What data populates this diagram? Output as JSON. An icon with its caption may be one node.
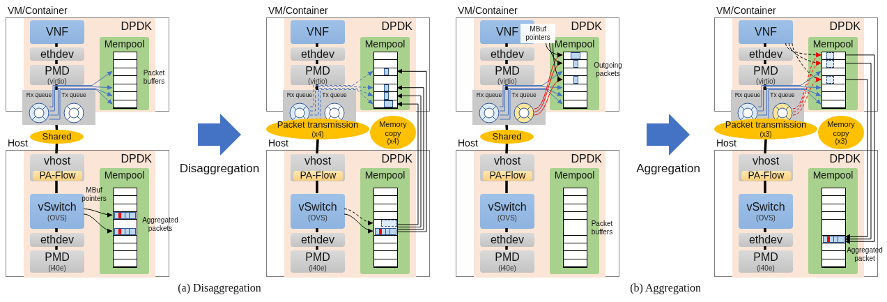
{
  "diagram": {
    "nodes": [
      {
        "text": [
          "VM/Container"
        ]
      },
      {
        "text": [
          "DPDK"
        ],
        "in": 0
      },
      {
        "text": [
          "VNF"
        ],
        "in": 1
      },
      {
        "text": [
          "ethdev"
        ],
        "in": 1
      },
      {
        "text": [
          "PMD",
          "(virtio)"
        ],
        "in": 1
      },
      {
        "text": [
          "Mempool"
        ],
        "in": 1
      },
      {
        "text": [],
        "shape": "box",
        "in": 5,
        "beside": [
          "Packet buffers"
        ]
      },
      {
        "text": [
          "Rx queue",
          "Tx queue"
        ]
      },
      {
        "text": [],
        "shape": "circle",
        "in": 7
      },
      {
        "text": [],
        "shape": "circle",
        "in": 7
      },
      {
        "text": [
          "Shared"
        ]
      },
      {
        "text": [
          "Host"
        ]
      },
      {
        "text": [
          "DPDK"
        ],
        "in": 11
      },
      {
        "text": [
          "vhost"
        ],
        "in": 12
      },
      {
        "text": [
          "PA-Flow"
        ],
        "in": 13
      },
      {
        "text": [
          "vSwitch",
          "(OVS)"
        ],
        "in": 12,
        "beside": [
          "MBuf pointers"
        ]
      },
      {
        "text": [
          "ethdev"
        ],
        "in": 12
      },
      {
        "text": [
          "PMD",
          "(i40e)"
        ],
        "in": 12
      },
      {
        "text": [
          "Mempool"
        ],
        "in": 12
      },
      {
        "text": [],
        "shape": "box",
        "in": 18,
        "beside": [
          "Aggregated packets"
        ]
      },
      {
        "text": [
          "Disaggregation"
        ]
      },
      {
        "text": [
          "VM/Container"
        ]
      },
      {
        "text": [
          "DPDK"
        ],
        "in": 21
      },
      {
        "text": [
          "VNF"
        ],
        "in": 22
      },
      {
        "text": [
          "ethdev"
        ],
        "in": 22
      },
      {
        "text": [
          "PMD",
          "(virtio)"
        ],
        "in": 22
      },
      {
        "text": [
          "Mempool"
        ],
        "in": 22
      },
      {
        "text": [],
        "shape": "box",
        "in": 26
      },
      {
        "text": [
          "Rx queue",
          "Tx queue"
        ]
      },
      {
        "text": [],
        "shape": "circle",
        "in": 28
      },
      {
        "text": [],
        "shape": "circle",
        "in": 28
      },
      {
        "text": [
          "Packet transmission",
          "(x4)"
        ]
      },
      {
        "text": [
          "Host"
        ]
      },
      {
        "text": [
          "DPDK"
        ],
        "in": 32
      },
      {
        "text": [
          "vhost"
        ],
        "in": 33
      },
      {
        "text": [
          "PA-Flow"
        ],
        "in": 34
      },
      {
        "text": [
          "vSwitch",
          "(OVS)"
        ],
        "in": 33
      },
      {
        "text": [
          "ethdev"
        ],
        "in": 33
      },
      {
        "text": [
          "PMD",
          "(i40e)"
        ],
        "in": 33
      },
      {
        "text": [
          "Mempool"
        ],
        "in": 33
      },
      {
        "text": [],
        "shape": "box",
        "in": 39
      },
      {
        "text": [
          "Memory copy",
          "(x4)"
        ]
      },
      {
        "text": [
          "VM/Container"
        ]
      },
      {
        "text": [
          "DPDK"
        ],
        "in": 42
      },
      {
        "text": [
          "VNF"
        ],
        "in": 43
      },
      {
        "text": [
          "ethdev"
        ],
        "in": 43
      },
      {
        "text": [
          "PMD",
          "(virtio)"
        ],
        "in": 43
      },
      {
        "text": [
          "Mempool"
        ],
        "in": 43
      },
      {
        "text": [],
        "shape": "box",
        "in": 47,
        "beside": [
          "Outgoing packets"
        ]
      },
      {
        "text": [
          "Rx queue",
          "Tx queue"
        ]
      },
      {
        "text": [],
        "shape": "circle",
        "in": 49
      },
      {
        "text": [],
        "shape": "circle",
        "in": 49
      },
      {
        "text": [
          "Shared"
        ]
      },
      {
        "text": [
          "Host"
        ]
      },
      {
        "text": [
          "DPDK"
        ],
        "in": 53
      },
      {
        "text": [
          "vhost"
        ],
        "in": 54
      },
      {
        "text": [
          "PA-Flow"
        ],
        "in": 55
      },
      {
        "text": [
          "vSwitch",
          "(OVS)"
        ],
        "in": 54
      },
      {
        "text": [
          "ethdev"
        ],
        "in": 54
      },
      {
        "text": [
          "PMD",
          "(i40e)"
        ],
        "in": 54
      },
      {
        "text": [
          "Mempool"
        ],
        "in": 54
      },
      {
        "text": [],
        "shape": "box",
        "in": 60,
        "beside": [
          "Packet buffers"
        ]
      },
      {
        "text": [
          "MBuf pointers"
        ],
        "in": 43
      },
      {
        "text": [
          "Aggregation"
        ]
      },
      {
        "text": [
          "VM/Container"
        ]
      },
      {
        "text": [
          "DPDK"
        ],
        "in": 64
      },
      {
        "text": [
          "VNF"
        ],
        "in": 65
      },
      {
        "text": [
          "ethdev"
        ],
        "in": 65
      },
      {
        "text": [
          "PMD",
          "(virtio)"
        ],
        "in": 65
      },
      {
        "text": [
          "Mempool"
        ],
        "in": 65
      },
      {
        "text": [],
        "shape": "box",
        "in": 69
      },
      {
        "text": [
          "Rx queue",
          "Tx queue"
        ]
      },
      {
        "text": [],
        "shape": "circle",
        "in": 71
      },
      {
        "text": [],
        "shape": "circle",
        "in": 71
      },
      {
        "text": [
          "Packet transmission",
          "(x3)"
        ]
      },
      {
        "text": [
          "Host"
        ]
      },
      {
        "text": [
          "DPDK"
        ],
        "in": 75
      },
      {
        "text": [
          "vhost"
        ],
        "in": 76
      },
      {
        "text": [
          "PA-Flow"
        ],
        "in": 77
      },
      {
        "text": [
          "vSwitch",
          "(OVS)"
        ],
        "in": 76
      },
      {
        "text": [
          "ethdev"
        ],
        "in": 76
      },
      {
        "text": [
          "PMD",
          "(i40e)"
        ],
        "in": 76
      },
      {
        "text": [
          "Mempool"
        ],
        "in": 76
      },
      {
        "text": [],
        "shape": "box",
        "in": 82,
        "beside": [
          "Aggregated packet"
        ]
      },
      {
        "text": [
          "Memory copy",
          "(x3)"
        ]
      }
    ],
    "edges": [
      {
        "from": 2,
        "to": 3,
        "arrow": "none",
        "style": "thick"
      },
      {
        "from": 3,
        "to": 4,
        "arrow": "none",
        "style": "thick"
      },
      {
        "from": 4,
        "to": 7,
        "arrow": "none",
        "style": "thick"
      },
      {
        "from": 7,
        "to": 10,
        "arrow": "none",
        "style": "thick"
      },
      {
        "from": 10,
        "to": 13,
        "arrow": "none",
        "style": "thick"
      },
      {
        "from": 13,
        "to": 15,
        "arrow": "none",
        "style": "thick"
      },
      {
        "from": 15,
        "to": 16,
        "arrow": "none",
        "style": "thick"
      },
      {
        "from": 16,
        "to": 17,
        "arrow": "none",
        "style": "thick"
      },
      {
        "from": 8,
        "to": 6,
        "arrow": "to",
        "color": "#4472c4"
      },
      {
        "from": 8,
        "to": 6,
        "arrow": "to",
        "color": "#4472c4"
      },
      {
        "from": 8,
        "to": 6,
        "arrow": "to",
        "color": "#4472c4"
      },
      {
        "from": 8,
        "to": 6,
        "arrow": "to",
        "color": "#4472c4"
      },
      {
        "from": 15,
        "to": 19,
        "arrow": "to"
      },
      {
        "from": 15,
        "to": 19,
        "arrow": "to"
      },
      {
        "from": 23,
        "to": 24,
        "arrow": "none",
        "style": "thick"
      },
      {
        "from": 24,
        "to": 25,
        "arrow": "none",
        "style": "thick"
      },
      {
        "from": 25,
        "to": 28,
        "arrow": "none",
        "style": "thick"
      },
      {
        "from": 28,
        "to": 31,
        "arrow": "none",
        "style": "thick"
      },
      {
        "from": 31,
        "to": 34,
        "arrow": "none",
        "style": "thick"
      },
      {
        "from": 34,
        "to": 36,
        "arrow": "none",
        "style": "thick"
      },
      {
        "from": 36,
        "to": 37,
        "arrow": "none",
        "style": "thick"
      },
      {
        "from": 37,
        "to": 38,
        "arrow": "none",
        "style": "thick"
      },
      {
        "from": 29,
        "to": 27,
        "arrow": "to",
        "style": "dashed",
        "color": "#4472c4"
      },
      {
        "from": 29,
        "to": 27,
        "arrow": "to",
        "style": "dashed",
        "color": "#4472c4"
      },
      {
        "from": 29,
        "to": 27,
        "arrow": "to",
        "style": "dashed",
        "color": "#4472c4"
      },
      {
        "from": 29,
        "to": 27,
        "arrow": "to",
        "style": "dashed",
        "color": "#4472c4"
      },
      {
        "from": 40,
        "to": 27,
        "arrow": "to"
      },
      {
        "from": 40,
        "to": 27,
        "arrow": "to"
      },
      {
        "from": 40,
        "to": 27,
        "arrow": "to"
      },
      {
        "from": 40,
        "to": 27,
        "arrow": "to"
      },
      {
        "from": 36,
        "to": 40,
        "arrow": "to",
        "style": "dashed"
      },
      {
        "from": 36,
        "to": 40,
        "arrow": "to"
      },
      {
        "from": 44,
        "to": 45,
        "arrow": "none",
        "style": "thick"
      },
      {
        "from": 45,
        "to": 46,
        "arrow": "none",
        "style": "thick"
      },
      {
        "from": 46,
        "to": 49,
        "arrow": "none",
        "style": "thick"
      },
      {
        "from": 49,
        "to": 52,
        "arrow": "none",
        "style": "thick"
      },
      {
        "from": 52,
        "to": 55,
        "arrow": "none",
        "style": "thick"
      },
      {
        "from": 55,
        "to": 57,
        "arrow": "none",
        "style": "thick"
      },
      {
        "from": 57,
        "to": 58,
        "arrow": "none",
        "style": "thick"
      },
      {
        "from": 58,
        "to": 59,
        "arrow": "none",
        "style": "thick"
      },
      {
        "from": 50,
        "to": 48,
        "arrow": "to",
        "color": "#4472c4"
      },
      {
        "from": 50,
        "to": 48,
        "arrow": "to",
        "color": "#4472c4"
      },
      {
        "from": 50,
        "to": 48,
        "arrow": "to",
        "color": "#4472c4"
      },
      {
        "from": 50,
        "to": 48,
        "arrow": "to",
        "color": "#4472c4"
      },
      {
        "from": 51,
        "to": 48,
        "arrow": "to",
        "color": "#ff0000"
      },
      {
        "from": 51,
        "to": 48,
        "arrow": "to",
        "color": "#ff0000"
      },
      {
        "from": 51,
        "to": 48,
        "arrow": "to",
        "color": "#ff0000"
      },
      {
        "from": 62,
        "to": 48,
        "arrow": "to"
      },
      {
        "from": 62,
        "to": 48,
        "arrow": "to"
      },
      {
        "from": 62,
        "to": 48,
        "arrow": "to"
      },
      {
        "from": 66,
        "to": 67,
        "arrow": "none",
        "style": "thick"
      },
      {
        "from": 67,
        "to": 68,
        "arrow": "none",
        "style": "thick"
      },
      {
        "from": 68,
        "to": 71,
        "arrow": "none",
        "style": "thick"
      },
      {
        "from": 71,
        "to": 74,
        "arrow": "none",
        "style": "thick"
      },
      {
        "from": 74,
        "to": 77,
        "arrow": "none",
        "style": "thick"
      },
      {
        "from": 77,
        "to": 79,
        "arrow": "none",
        "style": "thick"
      },
      {
        "from": 79,
        "to": 80,
        "arrow": "none",
        "style": "thick"
      },
      {
        "from": 80,
        "to": 81,
        "arrow": "none",
        "style": "thick"
      },
      {
        "from": 66,
        "to": 70,
        "arrow": "to",
        "style": "dashed"
      },
      {
        "from": 66,
        "to": 70,
        "arrow": "to",
        "style": "dashed"
      },
      {
        "from": 66,
        "to": 70,
        "arrow": "to",
        "style": "dashed"
      },
      {
        "from": 73,
        "to": 70,
        "arrow": "to",
        "style": "dashed",
        "color": "#ff0000"
      },
      {
        "from": 73,
        "to": 70,
        "arrow": "to",
        "style": "dashed",
        "color": "#ff0000"
      },
      {
        "from": 73,
        "to": 70,
        "arrow": "to",
        "style": "dashed",
        "color": "#ff0000"
      },
      {
        "from": 72,
        "to": 70,
        "arrow": "to",
        "color": "#4472c4"
      },
      {
        "from": 72,
        "to": 70,
        "arrow": "to",
        "color": "#4472c4"
      },
      {
        "from": 72,
        "to": 70,
        "arrow": "to",
        "color": "#4472c4"
      },
      {
        "from": 72,
        "to": 70,
        "arrow": "to",
        "color": "#4472c4"
      },
      {
        "from": 70,
        "to": 83,
        "arrow": "to"
      },
      {
        "from": 70,
        "to": 83,
        "arrow": "to"
      },
      {
        "from": 70,
        "to": 83,
        "arrow": "to"
      }
    ],
    "labels": [
      "(a) Disaggregation",
      "(b) Aggregation"
    ]
  }
}
